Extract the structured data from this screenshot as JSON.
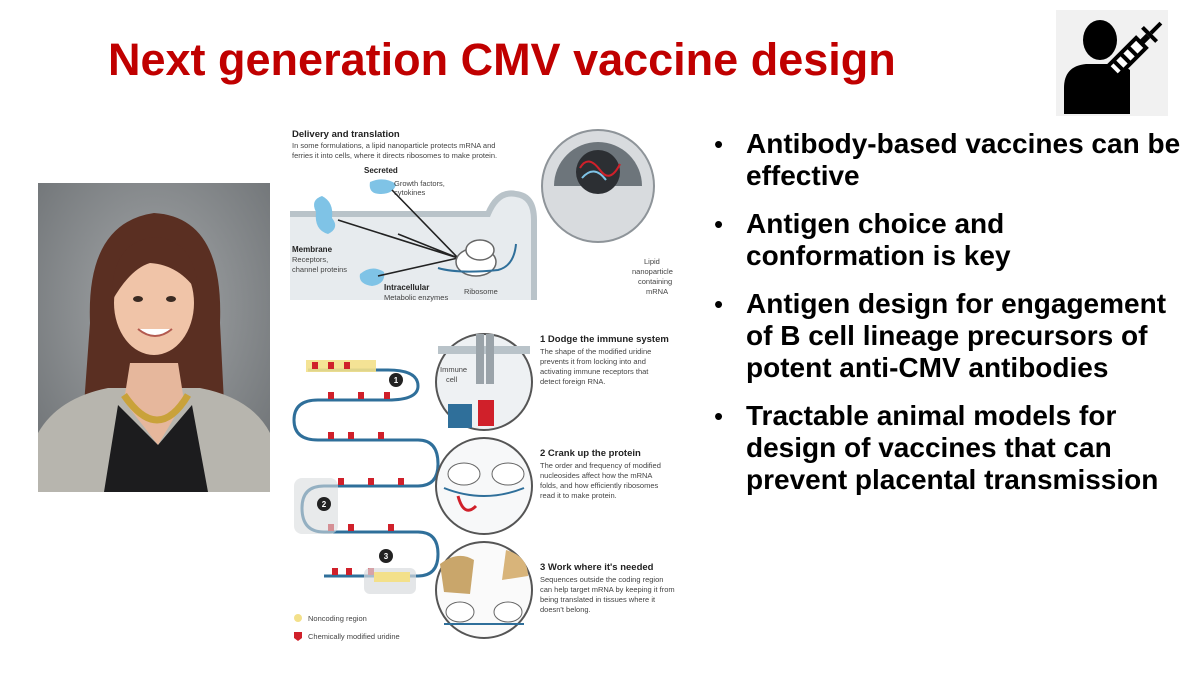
{
  "slide": {
    "title": "Next generation CMV vaccine design",
    "bullets": [
      "Antibody-based vaccines can be effective",
      "Antigen choice and conformation is key",
      "Antigen design for engagement of B cell lineage precursors of potent anti-CMV antibodies",
      "Tractable animal models for design of vaccines that can prevent placental transmission"
    ],
    "bullet_symbol": "•"
  },
  "figure": {
    "delivery_title": "Delivery and translation",
    "delivery_desc_1": "In some formulations, a lipid nanoparticle protects mRNA and",
    "delivery_desc_2": "ferries it into cells, where it directs ribosomes to make protein.",
    "secreted_title": "Secreted",
    "secreted_desc_1": "Growth factors,",
    "secreted_desc_2": "cytokines",
    "membrane_title": "Membrane",
    "membrane_desc_1": "Receptors,",
    "membrane_desc_2": "channel proteins",
    "intracellular_title": "Intracellular",
    "intracellular_desc": "Metabolic enzymes",
    "ribosome_label": "Ribosome",
    "lipid_1": "Lipid",
    "lipid_2": "nanoparticle",
    "lipid_3": "containing",
    "lipid_4": "mRNA",
    "immune_cell_1": "Immune",
    "immune_cell_2": "cell",
    "step1_title": "1 Dodge the immune system",
    "step1_desc": [
      "The shape of the modified uridine",
      "prevents it from locking into and",
      "activating immune receptors that",
      "detect foreign RNA."
    ],
    "step2_title": "2 Crank up the protein",
    "step2_desc": [
      "The order and frequency of modified",
      "nucleosides affect how the mRNA",
      "folds, and how efficiently ribosomes",
      "read it to make protein."
    ],
    "step3_title": "3 Work where it's needed",
    "step3_desc": [
      "Sequences outside the coding region",
      "can help target mRNA by keeping it from",
      "being translated in tissues where it",
      "doesn't belong."
    ],
    "legend_noncoding": "Noncoding region",
    "legend_modified": "Chemically modified uridine",
    "marker_1": "1",
    "marker_2": "2",
    "marker_3": "3"
  },
  "colors": {
    "title": "#c00000",
    "modified_uridine": "#d0202a",
    "noncoding": "#f3e08a",
    "rna_blue": "#2f6f9a",
    "protein_blue": "#7fc3e6",
    "membrane_gray": "#cfd6da"
  },
  "icons": {
    "vaccine": "person-with-syringe-icon"
  }
}
